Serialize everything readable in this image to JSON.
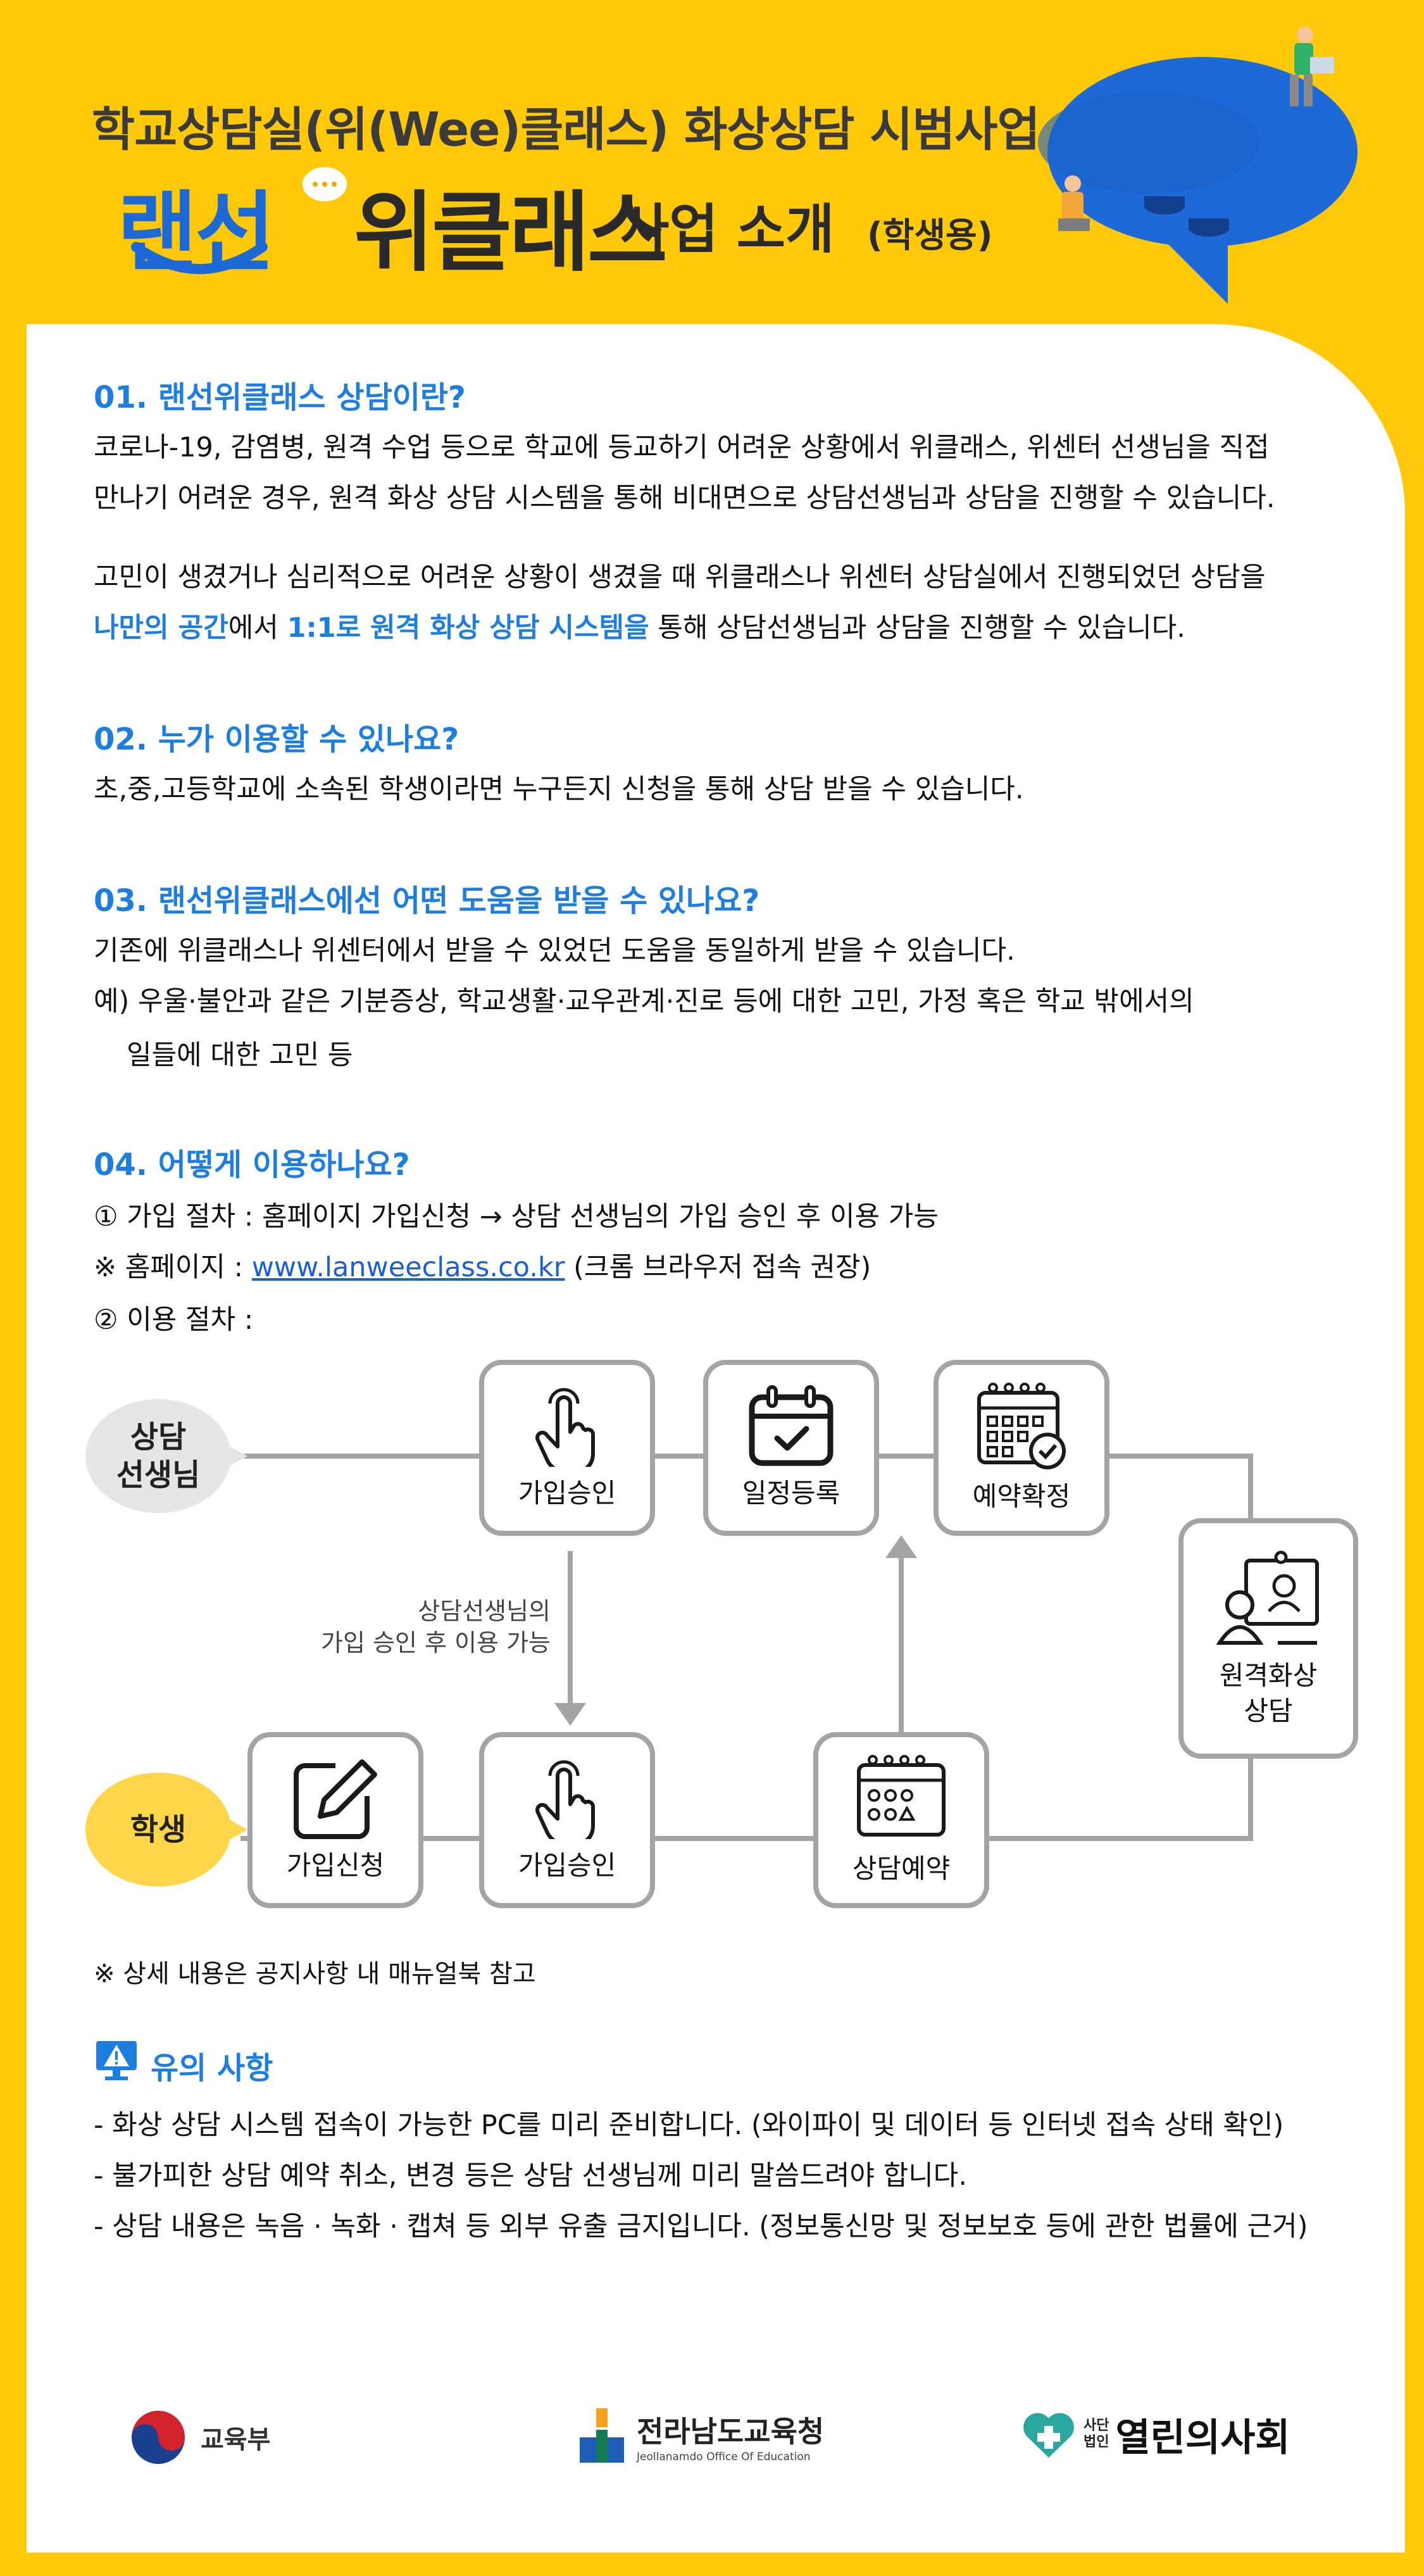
{
  "header": {
    "subtitle": "학교상담실(위(Wee)클래스) 화상상담 시범사업",
    "brand_part1": "랜선",
    "brand_part2": "위클래스",
    "brand_part3": "사업 소개",
    "brand_audience": "(학생용)"
  },
  "sections": {
    "s1": {
      "heading": "01.  랜선위클래스 상담이란?",
      "line1": "코로나-19, 감염병, 원격 수업 등으로 학교에 등교하기 어려운 상황에서  위클래스, 위센터 선생님을 직접",
      "line2": "만나기 어려운 경우, 원격 화상 상담 시스템을 통해 비대면으로 상담선생님과 상담을 진행할 수 있습니다.",
      "line3": "고민이 생겼거나 심리적으로 어려운 상황이 생겼을 때 위클래스나 위센터 상담실에서 진행되었던 상담을",
      "line4_hl1": "나만의 공간",
      "line4_mid": "에서 ",
      "line4_hl2": "1:1로 원격 화상 상담 시스템을",
      "line4_end": " 통해 상담선생님과 상담을 진행할 수 있습니다."
    },
    "s2": {
      "heading": "02. 누가 이용할 수 있나요?",
      "line1": "초,중,고등학교에 소속된 학생이라면 누구든지 신청을 통해 상담 받을 수 있습니다."
    },
    "s3": {
      "heading": "03. 랜선위클래스에선 어떤 도움을 받을 수 있나요?",
      "line1": "기존에 위클래스나 위센터에서 받을 수 있었던 도움을 동일하게 받을 수 있습니다.",
      "line2": "예) 우울·불안과 같은 기분증상, 학교생활·교우관계·진로 등에 대한 고민, 가정 혹은 학교 밖에서의",
      "line3": "일들에 대한 고민 등"
    },
    "s4": {
      "heading": "04. 어떻게 이용하나요?",
      "line1": "① 가입 절차 : 홈페이지 가입신청 →  상담 선생님의 가입 승인 후 이용 가능",
      "line2_prefix": "※ 홈페이지 : ",
      "line2_link": "www.lanweeclass.co.kr",
      "line2_suffix": " (크롬 브라우저 접속 권장)",
      "line3": "② 이용 절차 :"
    }
  },
  "flow": {
    "teacher": "상담\n선생님",
    "student": "학생",
    "note_line1": "상담선생님의",
    "note_line2": "가입 승인 후 이용 가능",
    "steps": {
      "t_approve": "가입승인",
      "t_schedule": "일정등록",
      "t_confirm": "예약확정",
      "remote": "원격화상\n상담",
      "s_apply": "가입신청",
      "s_approve": "가입승인",
      "s_reserve": "상담예약"
    },
    "footnote": "※ 상세 내용은 공지사항 내 매뉴얼북 참고"
  },
  "notice": {
    "heading": "유의 사항",
    "item1": "- 화상 상담 시스템 접속이 가능한 PC를 미리 준비합니다. (와이파이 및 데이터 등 인터넷 접속 상태 확인)",
    "item2": "- 불가피한 상담 예약 취소, 변경 등은 상담 선생님께 미리 말씀드려야 합니다.",
    "item3": "- 상담 내용은 녹음 · 녹화 · 캡쳐 등 외부 유출 금지입니다. (정보통신망 및 정보보호 등에 관한 법률에 근거)"
  },
  "footer": {
    "moe": "교육부",
    "jeonnam": "전라남도교육청",
    "jeonnam_en": "Jeollanamdo Office Of Education",
    "org_prefix": "사단\n법인",
    "org": "열린의사회"
  },
  "colors": {
    "background": "#FFC90A",
    "accent": "#1E7EE0",
    "box_border": "#A4A4A4"
  }
}
